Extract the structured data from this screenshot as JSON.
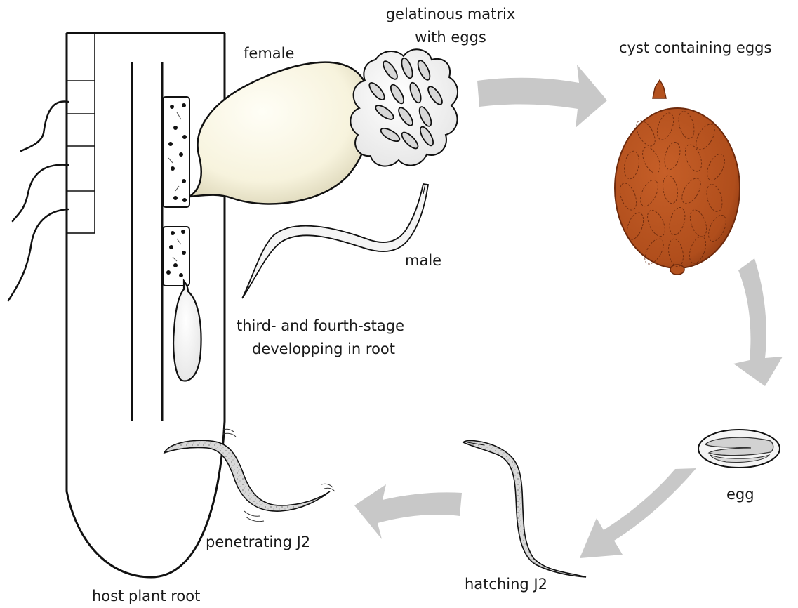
{
  "labels": {
    "female": "female",
    "gelatinous_line1": "gelatinous matrix",
    "gelatinous_line2": "with eggs",
    "cyst": "cyst containing eggs",
    "male": "male",
    "stage_line1": "third- and fourth-stage",
    "stage_line2": "developping in root",
    "egg": "egg",
    "hatching": "hatching J2",
    "penetrating": "penetrating J2",
    "root": "host plant root"
  },
  "colors": {
    "cyst_fill": "#b4521f",
    "cyst_dark": "#8e3a12",
    "arrow_gray": "#c8c8c8",
    "female_fill": "#fbf8ea",
    "outline": "#111111"
  }
}
